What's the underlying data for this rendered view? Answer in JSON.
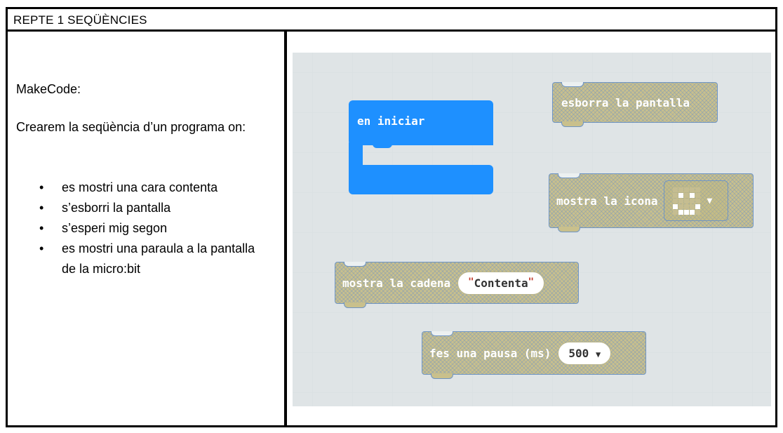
{
  "header": {
    "title": "REPTE 1 SEQÜÈNCIES"
  },
  "left": {
    "label": "MakeCode:",
    "intro": "Crearem la seqüència d’un programa on:",
    "bullet_char": "•",
    "items": [
      "es mostri una cara contenta",
      "s’esborri la pantalla",
      "s’esperi mig segon",
      "es mostri una paraula a la pantalla de la micro:bit"
    ]
  },
  "blocks": {
    "on_start": "en iniciar",
    "clear_screen": "esborra la pantalla",
    "show_icon": "mostra la icona",
    "show_icon_caret": "▼",
    "show_string": "mostra la cadena",
    "show_string_value": "Contenta",
    "open_quote": "\"",
    "close_quote": "\"",
    "pause": "fes una pausa (ms)",
    "pause_value": "500",
    "pause_caret": "▼"
  },
  "colors": {
    "on_start_block": "#1e90ff",
    "disabled_block": "#c9c08c",
    "workspace": "#ecf0f1"
  },
  "icon_leds": [
    [
      0,
      0,
      0,
      0,
      0
    ],
    [
      0,
      1,
      0,
      1,
      0
    ],
    [
      0,
      0,
      0,
      0,
      0
    ],
    [
      1,
      0,
      0,
      0,
      1
    ],
    [
      0,
      1,
      1,
      1,
      0
    ]
  ]
}
